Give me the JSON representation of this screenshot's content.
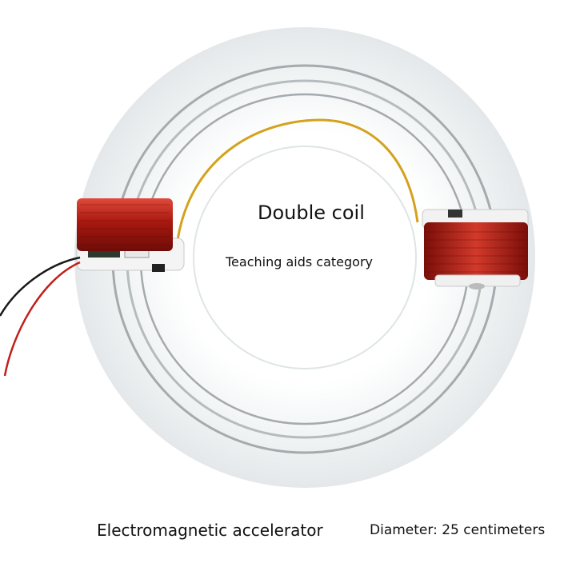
{
  "product": {
    "title": "Double coil",
    "subtitle": "Teaching aids category",
    "caption_left": "Electromagnetic accelerator",
    "caption_right": "Diameter: 25 centimeters"
  },
  "colors": {
    "background": "#ffffff",
    "acrylic_ring": "#eef2f3",
    "rail": "#9aa0a3",
    "copper_wire": "#b0231a",
    "gold_wire": "#d4a21c",
    "coil_base": "#f4f4f4"
  }
}
